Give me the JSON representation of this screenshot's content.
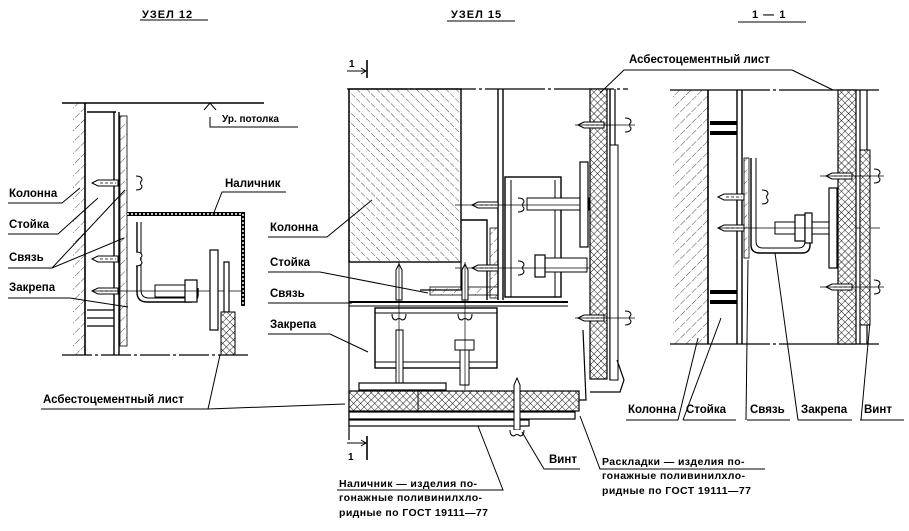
{
  "titles": {
    "node12": "УЗЕЛ  12",
    "node15": "УЗЕЛ  15",
    "section": "1 — 1"
  },
  "node12": {
    "ceiling_level": "Ур. потолка",
    "labels": [
      "Колонна",
      "Стойка",
      "Связь",
      "Закрепа"
    ],
    "trim": "Наличник",
    "asbestos": "Асбестоцементный лист"
  },
  "node15": {
    "section_mark": "1",
    "asbestos": "Асбестоцементный лист",
    "labels": [
      "Колонна",
      "Стойка",
      "Связь",
      "Закрепа"
    ],
    "screw": "Винт",
    "trim_note": [
      "Наличник — изделия по-",
      "гонажные  поливинилхло-",
      "ридные по ГОСТ 19111—77"
    ],
    "batten_note": [
      "Раскладки — изделия по-",
      "гонажные  поливинилхло-",
      "ридные по ГОСТ 19111—77"
    ]
  },
  "section11": {
    "labels": [
      "Колонна",
      "Стойка",
      "Связь",
      "Закрепа",
      "Винт"
    ]
  }
}
